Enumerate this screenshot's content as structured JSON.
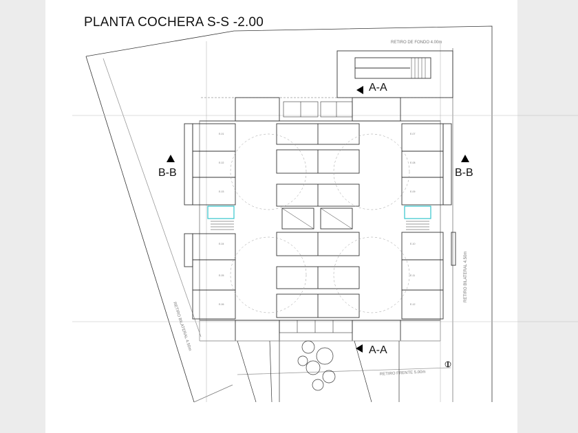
{
  "drawing": {
    "title": "PLANTA COCHERA  S-S -2.00",
    "section_a_top": "A-A",
    "section_a_bottom": "A-A",
    "section_b_left": "B-B",
    "section_b_right": "B-B",
    "setback_rear": "RETIRO DE FONDO 4.00m",
    "setback_front": "RETIRO FRENTE 5.00m",
    "setback_side_right": "RETIRO BILATERAL 4.50m",
    "setback_side_left": "RETIRO BILATERAL 4.50m"
  },
  "colors": {
    "line": "#333333",
    "light_line": "#9a9a9a",
    "stair_highlight": "#33c4cc"
  }
}
